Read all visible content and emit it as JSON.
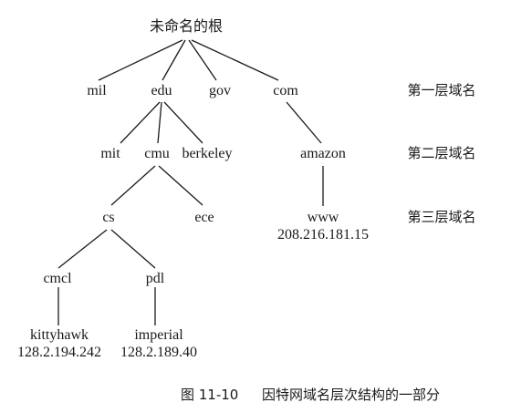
{
  "nodes": {
    "root": "未命名的根",
    "mil": "mil",
    "edu": "edu",
    "gov": "gov",
    "com": "com",
    "mit": "mit",
    "cmu": "cmu",
    "berkeley": "berkeley",
    "amazon": "amazon",
    "cs": "cs",
    "ece": "ece",
    "www": "www",
    "www_ip": "208.216.181.15",
    "cmcl": "cmcl",
    "pdl": "pdl",
    "kittyhawk": "kittyhawk",
    "kittyhawk_ip": "128.2.194.242",
    "imperial": "imperial",
    "imperial_ip": "128.2.189.40"
  },
  "levels": {
    "first": "第一层域名",
    "second": "第二层域名",
    "third": "第三层域名"
  },
  "caption": {
    "number": "图 11-10",
    "text": "因特网域名层次结构的一部分"
  }
}
